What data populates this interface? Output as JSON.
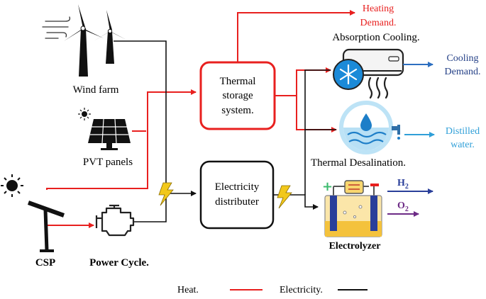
{
  "nodes": {
    "wind_farm": "Wind farm",
    "pvt_panels": "PVT panels",
    "csp": "CSP",
    "power_cycle": "Power Cycle.",
    "thermal_storage": [
      "Thermal",
      "storage",
      "system."
    ],
    "electricity_distributer": [
      "Electricity",
      "distributer"
    ],
    "absorption_cooling": "Absorption Cooling.",
    "thermal_desalination": "Thermal Desalination.",
    "electrolyzer": "Electrolyzer"
  },
  "outputs": {
    "heating_demand": [
      "Heating",
      "Demand."
    ],
    "cooling_demand": [
      "Cooling",
      "Demand."
    ],
    "distilled_water": [
      "Distilled",
      "water."
    ],
    "h2": "H",
    "h2_sub": "2",
    "o2": "O",
    "o2_sub": "2"
  },
  "legend": {
    "heat": "Heat.",
    "electricity": "Electricity."
  },
  "colors": {
    "heat": "#e8201f",
    "electricity": "#111111",
    "heating_demand_text": "#e8201f",
    "cooling_demand_text": "#233f86",
    "distilled_water_text": "#2f9fd8",
    "h2_color": "#2a3f9a",
    "o2_color": "#6d2b86",
    "cool_arrow": "#2d6fc0"
  }
}
